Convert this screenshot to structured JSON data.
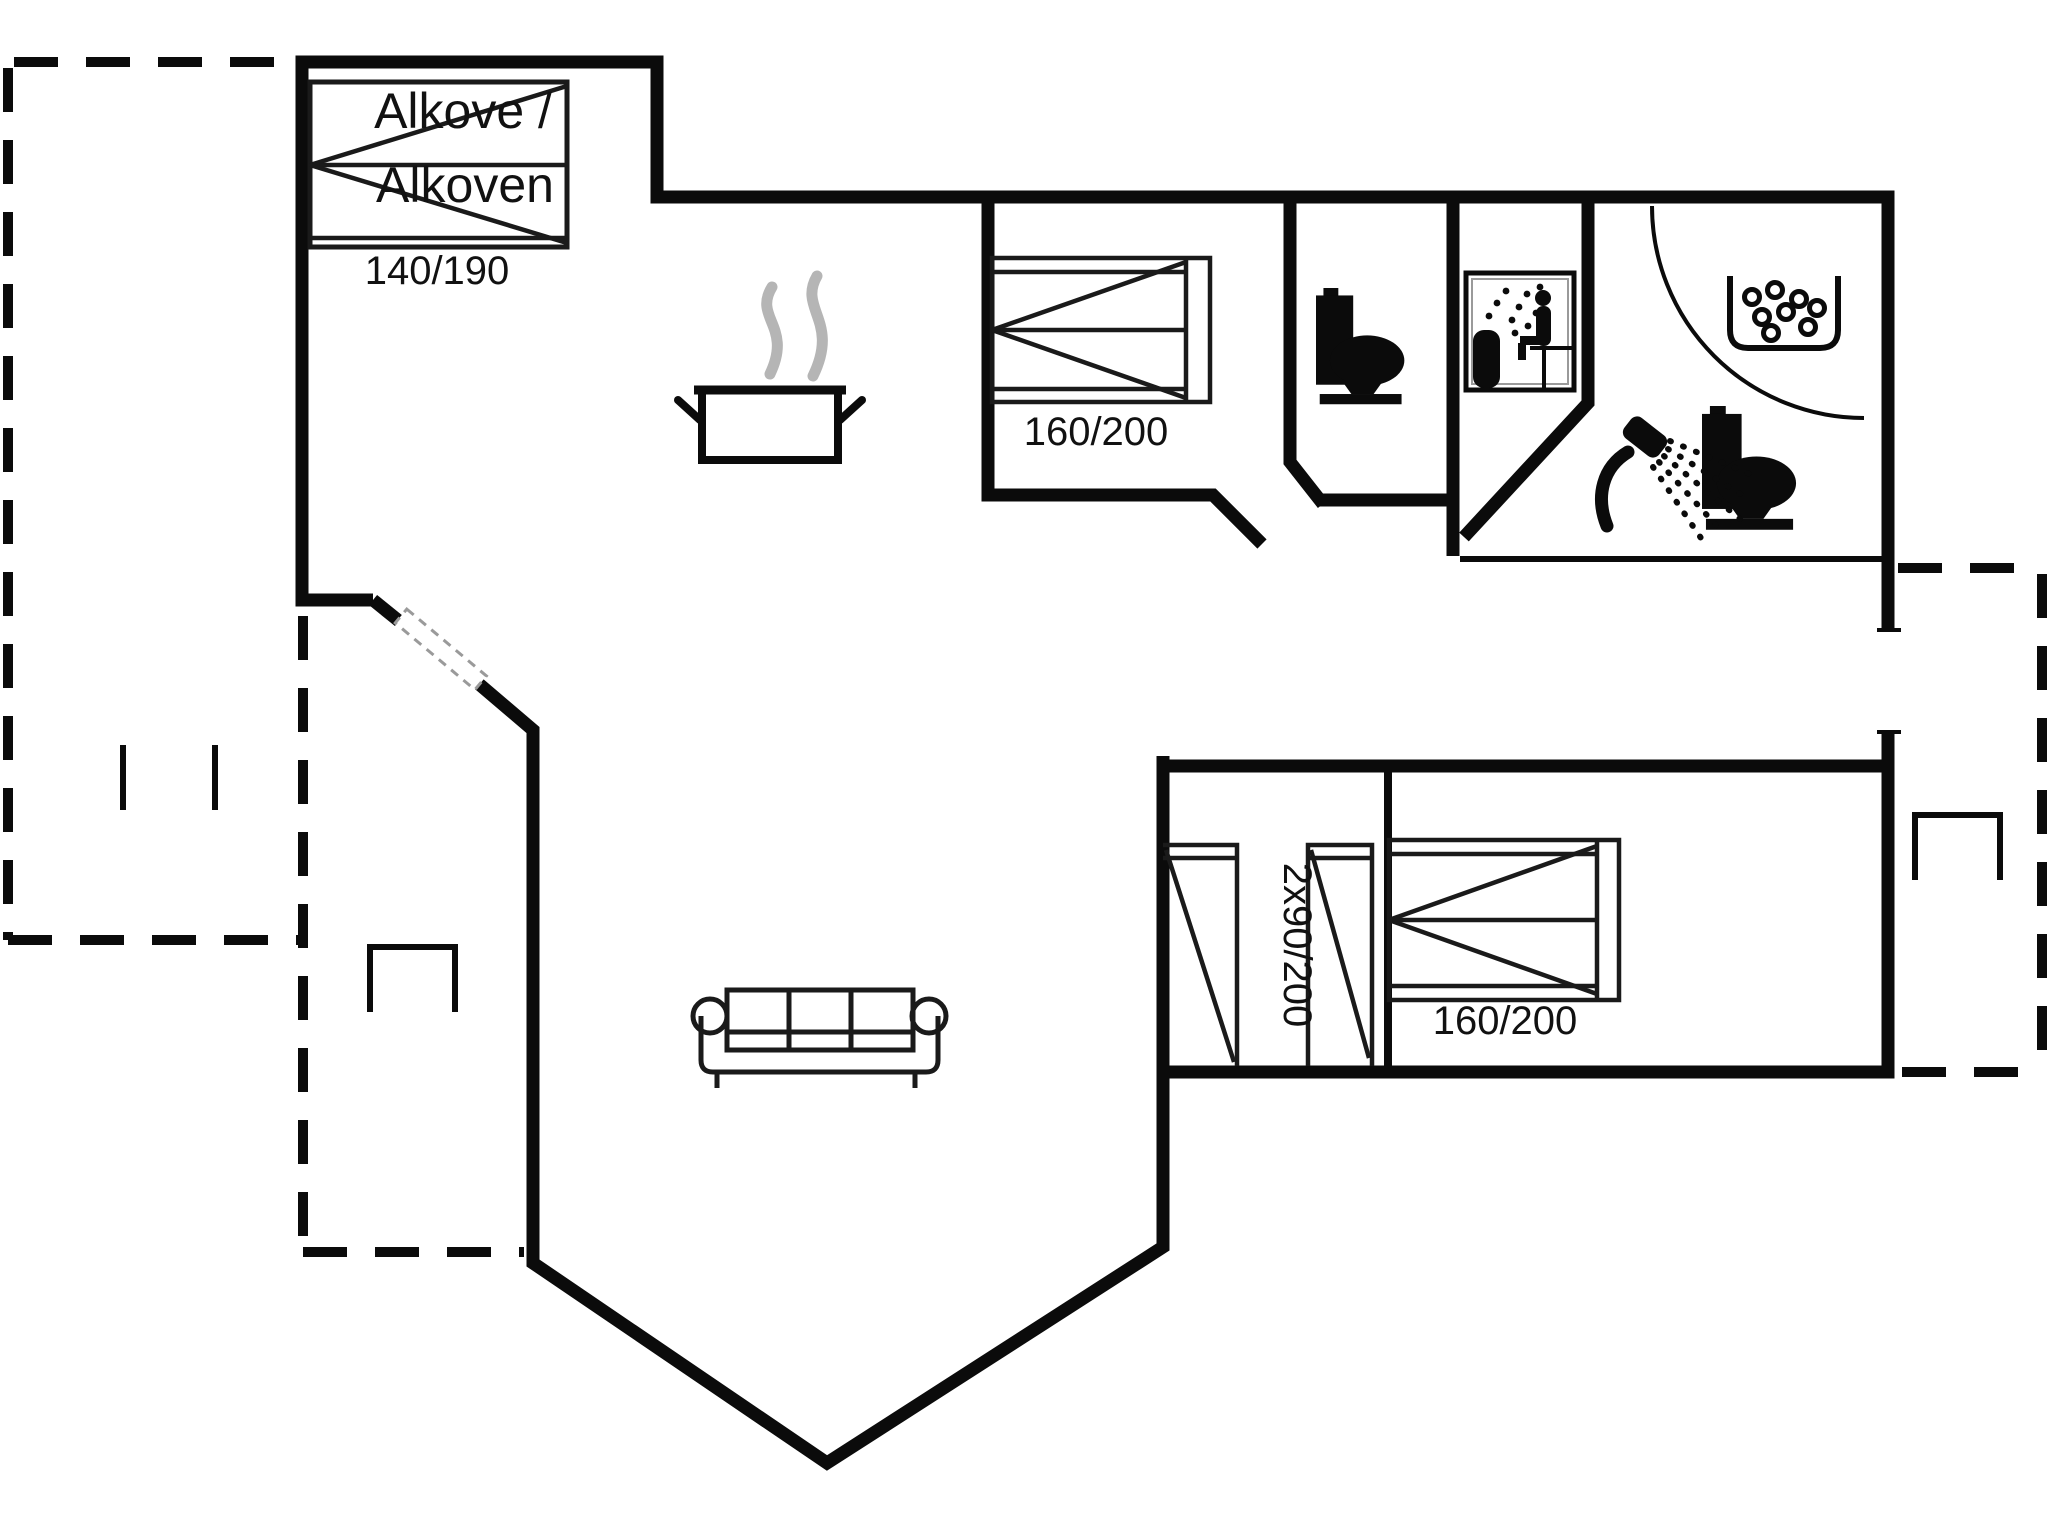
{
  "floorplan": {
    "background": "#ffffff",
    "wall_color": "#0b0b0b",
    "steam_color": "#b5b5b5",
    "alcove": {
      "label_line1": "Alkove /",
      "label_line2": "Alkoven",
      "size_label": "140/190"
    },
    "bedroom_top": {
      "size_label": "160/200"
    },
    "bedroom_right": {
      "double_size_label": "160/200",
      "singles_size_label": "2x90/200"
    },
    "icons": [
      "pot-icon",
      "steam-icon",
      "toilet-icon",
      "shower-icon",
      "sauna-icon",
      "whirlpool-tub-icon",
      "sofa-icon",
      "bed-icon",
      "door-arc-icon",
      "window-marker-icon"
    ]
  }
}
